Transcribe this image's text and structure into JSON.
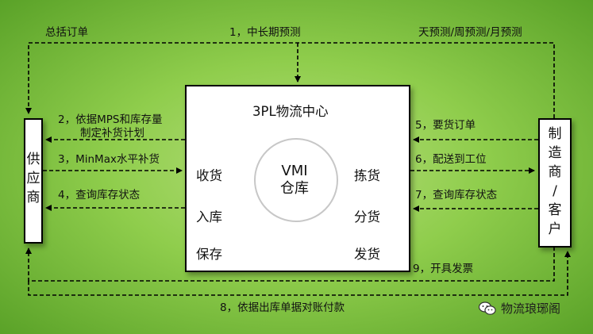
{
  "supplier": {
    "label": "供\n应\n商"
  },
  "customer": {
    "label": "制\n造\n商\n/\n客\n户"
  },
  "center": {
    "title": "3PL物流中心",
    "vmi_label": "VMI\n仓库",
    "left_ops": [
      "收货",
      "入库",
      "保存"
    ],
    "right_ops": [
      "拣货",
      "分货",
      "发货"
    ]
  },
  "flows": {
    "f1": "1，中长期预测",
    "summary_order": "总括订单",
    "forecasts": "天预测/周预测/月预测",
    "f2_line1": "2，依据MPS和库存量",
    "f2_line2": "制定补货计划",
    "f3": "3，MinMax水平补货",
    "f4": "4，查询库存状态",
    "f5": "5，要货订单",
    "f6": "6，配送到工位",
    "f7": "7，查询库存状态",
    "f8": "8，依据出库单据对账付款",
    "f9": "9，开具发票"
  },
  "watermark": {
    "text": "物流琅琊阁",
    "icon": "wechat-icon"
  },
  "colors": {
    "background_center": "#b6de7c",
    "background_edge": "#5aa228",
    "line": "#000000"
  }
}
